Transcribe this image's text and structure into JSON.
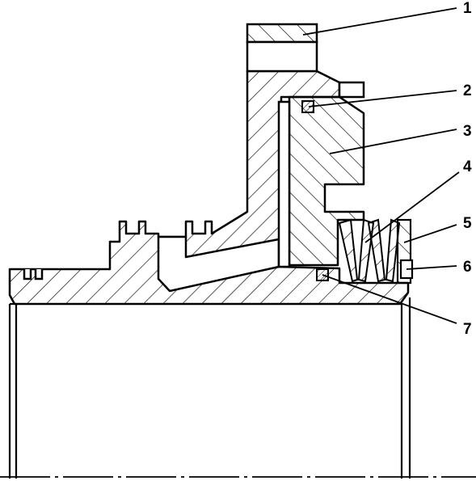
{
  "figure": {
    "background_color": "#ffffff",
    "line_color": "#000000"
  },
  "callouts": [
    {
      "id": "1",
      "label": "1"
    },
    {
      "id": "2",
      "label": "2"
    },
    {
      "id": "3",
      "label": "3"
    },
    {
      "id": "4",
      "label": "4"
    },
    {
      "id": "5",
      "label": "5"
    },
    {
      "id": "6",
      "label": "6"
    },
    {
      "id": "7",
      "label": "7"
    }
  ]
}
